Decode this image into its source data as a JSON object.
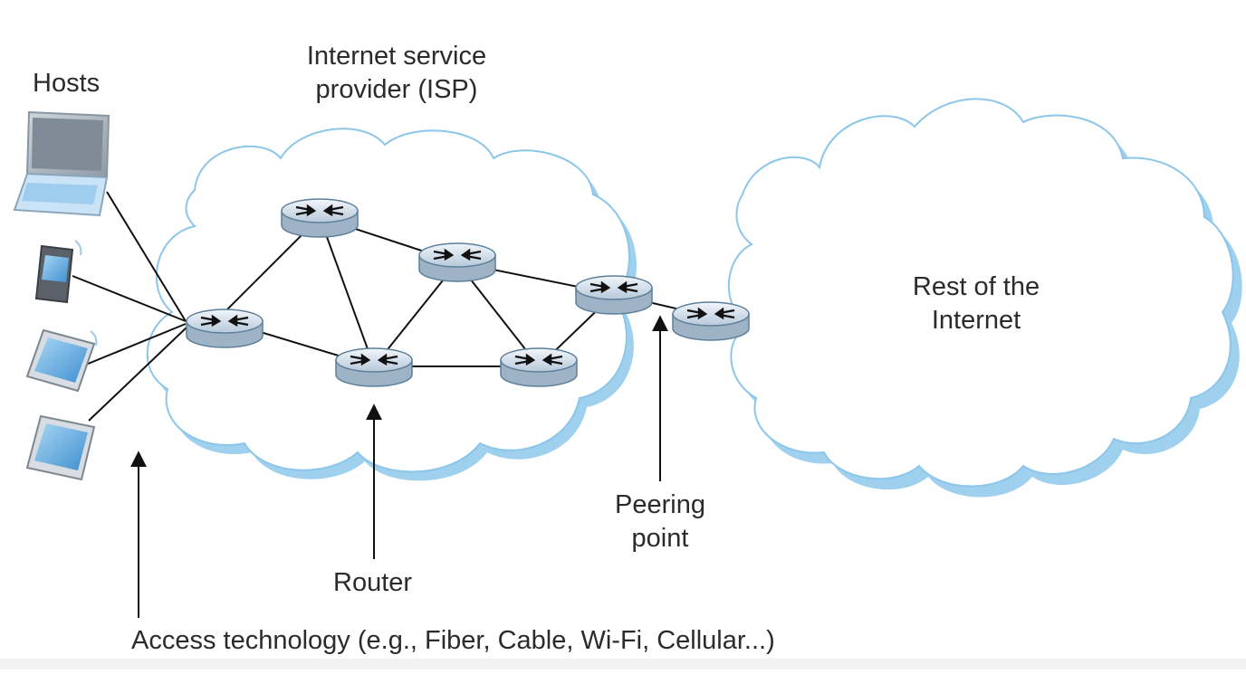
{
  "labels": {
    "hosts": "Hosts",
    "isp_line1": "Internet service",
    "isp_line2": "provider (ISP)",
    "rest_line1": "Rest of the",
    "rest_line2": "Internet",
    "peering_line1": "Peering",
    "peering_line2": "point",
    "router": "Router",
    "access": "Access technology (e.g., Fiber, Cable, Wi-Fi, Cellular...)"
  },
  "colors": {
    "cloud_shadow": "#9fd0ee",
    "cloud_outline": "#8cc6ea",
    "router_body": "#d6e2ee",
    "router_top": "#e8f0f7",
    "router_edge": "#5d7f9a",
    "link": "#111111",
    "screen_blue": "#5aa9e0"
  },
  "icons": [
    "laptop-icon",
    "cellphone-icon",
    "tablet-icon",
    "tablet-icon",
    "router-icon"
  ]
}
